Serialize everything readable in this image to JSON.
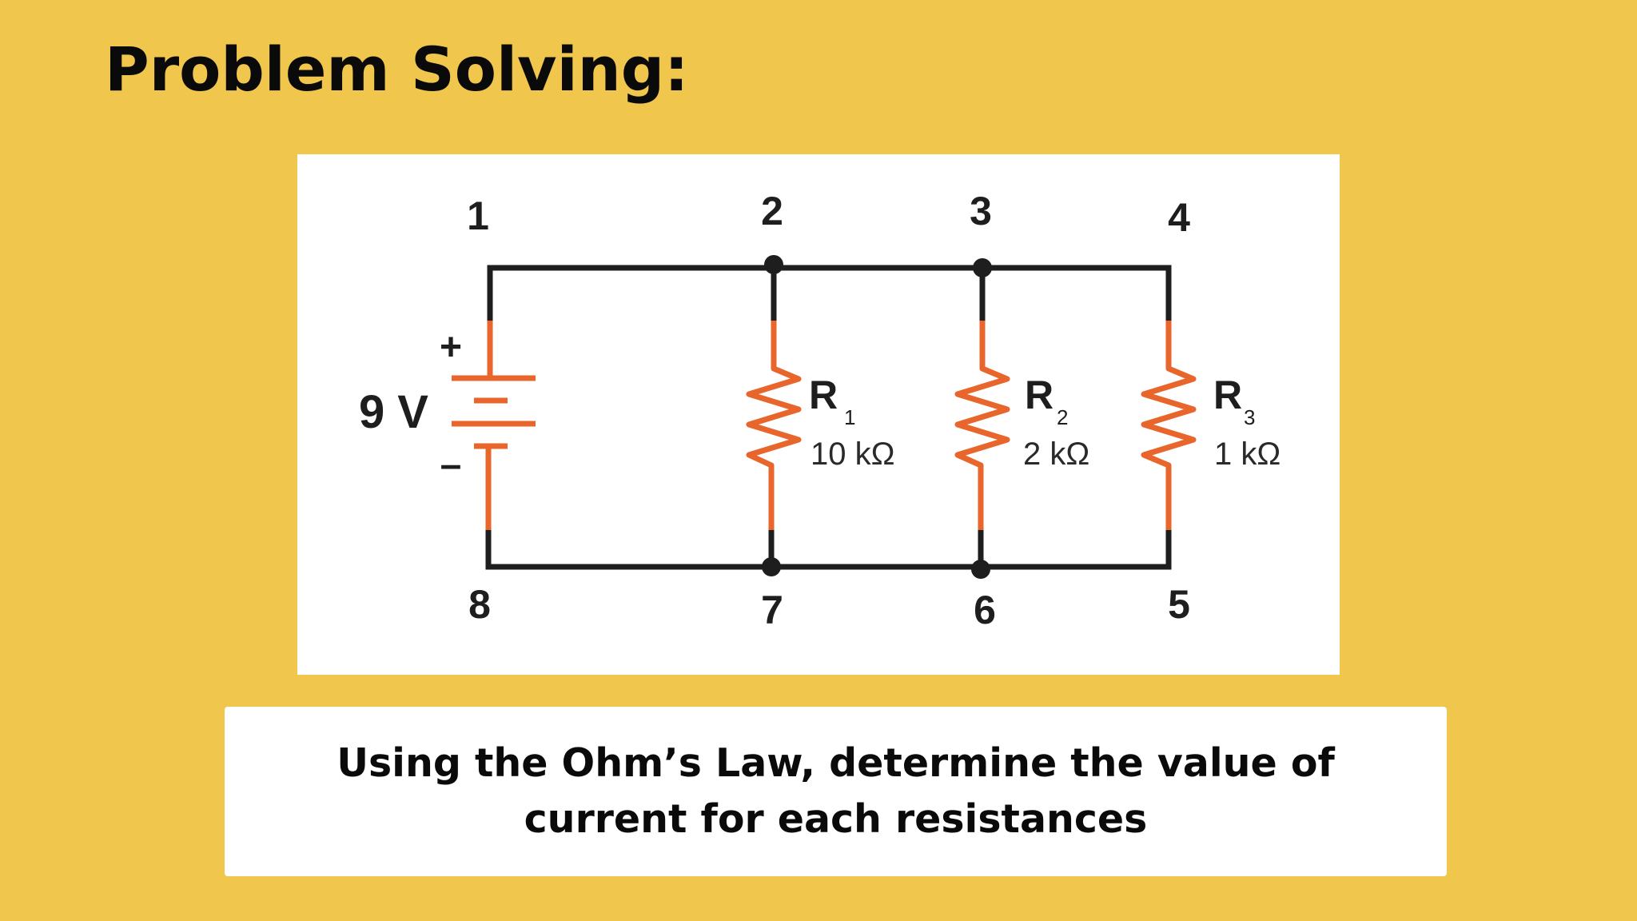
{
  "slide": {
    "title": "Problem Solving:",
    "question": "Using the Ohm’s Law, determine the value of current for each resistances"
  },
  "circuit": {
    "battery": {
      "voltage_label": "9 V",
      "plus": "+",
      "minus": "–"
    },
    "nodes": [
      "1",
      "2",
      "3",
      "4",
      "5",
      "6",
      "7",
      "8"
    ],
    "resistors": [
      {
        "name": "R",
        "sub": "1",
        "value": "10 kΩ"
      },
      {
        "name": "R",
        "sub": "2",
        "value": "2 kΩ"
      },
      {
        "name": "R",
        "sub": "3",
        "value": "1 kΩ"
      }
    ],
    "colors": {
      "wire": "#1e1e1e",
      "component": "#E8652B",
      "background": "#F1C64D"
    }
  }
}
